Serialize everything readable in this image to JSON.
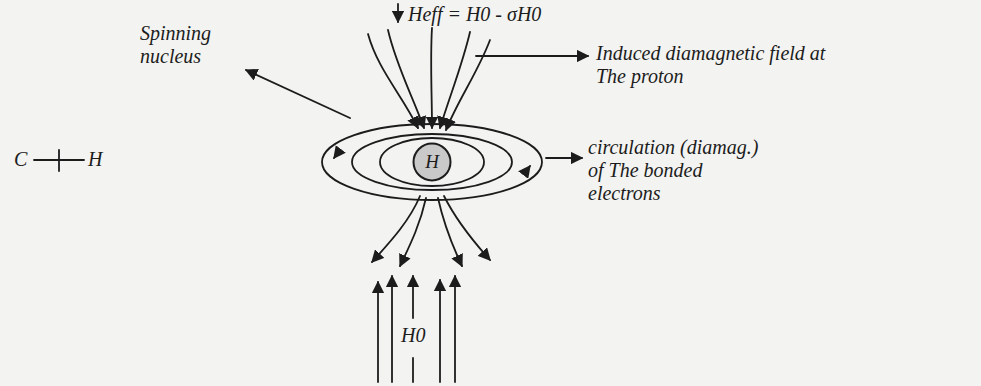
{
  "diagram": {
    "nodes": [
      {
        "text": [
          "H"
        ]
      }
    ],
    "labels": [
      "Spinning nucleus",
      "Heff = H0 - σH0",
      "Induced diamagnetic field at The proton",
      "circulation (diamag.) of The bonded electrons",
      "C",
      "H",
      "H0"
    ]
  }
}
